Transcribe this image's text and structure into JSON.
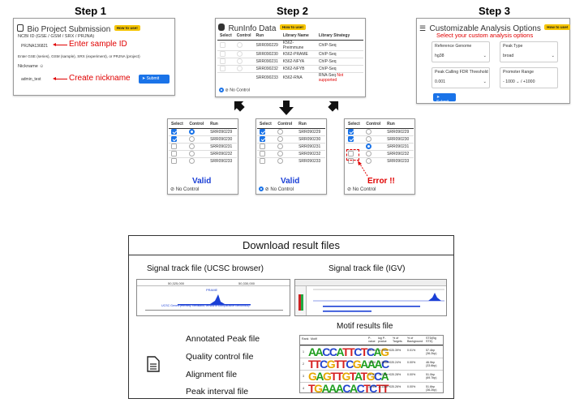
{
  "steps": {
    "step1": "Step 1",
    "step2": "Step 2",
    "step3": "Step 3"
  },
  "step1_panel": {
    "title": "Bio Project Submission",
    "howto": "How to use!",
    "ncbi_label": "NCBI ID (GSE / GSM / SRX / PRJNA)",
    "id_value": "PRJNA136821",
    "enter_annotation": "Enter sample ID",
    "hint": "Enter GSE (series), GSM (sample), SRX (experiment), or PRJNA (project)",
    "nickname_label": "Nickname",
    "nickname_value": "admin_test",
    "nickname_annotation": "Create nickname",
    "submit": "Submit"
  },
  "step2_panel": {
    "title": "RunInfo Data",
    "howto": "How to use!",
    "headers": [
      "Select",
      "Control",
      "Run",
      "Library Name",
      "Library Strategy"
    ],
    "rows": [
      {
        "run": "SRR090229",
        "library": "K562-Preimmune",
        "strategy": "ChIP-Seq",
        "note": ""
      },
      {
        "run": "SRR090230",
        "library": "K562-PRAME",
        "strategy": "ChIP-Seq",
        "note": ""
      },
      {
        "run": "SRR090231",
        "library": "K562-NFYA",
        "strategy": "ChIP-Seq",
        "note": ""
      },
      {
        "run": "SRR090232",
        "library": "K562-NFYB",
        "strategy": "ChIP-Seq",
        "note": ""
      },
      {
        "run": "SRR090233",
        "library": "K562-RNA",
        "strategy": "RNA-Seq",
        "note": "Not supported"
      }
    ],
    "no_control": "No Control"
  },
  "step3_panel": {
    "title": "Customizable Analysis Options",
    "howto": "How to use!",
    "subtitle": "Select your custom analysis options",
    "ref_label": "Reference Genome",
    "ref_value": "hg38",
    "peak_label": "Peak Type",
    "peak_value": "broad",
    "fdr_label": "Peak Calling FDR Threshold",
    "fdr_value": "0.001",
    "promoter_label": "Promoter Range",
    "promoter_minus": "-",
    "promoter_value": "1000",
    "promoter_plus": "/ +1000",
    "submit": "Submit"
  },
  "examples": {
    "headers": [
      "Select",
      "Control",
      "Run"
    ],
    "runs": [
      "SRR090229",
      "SRR090230",
      "SRR090231",
      "SRR090232",
      "SRR090233"
    ],
    "no_control": "No Control",
    "results": [
      "Valid",
      "Valid",
      "Error !!"
    ]
  },
  "download": {
    "title": "Download result files",
    "ucsc_title": "Signal track file (UCSC browser)",
    "igv_title": "Signal track file (IGV)",
    "motif_title": "Motif results file",
    "files": [
      "Annotated Peak file",
      "Quality control file",
      "Alignment file",
      "Peak interval file"
    ],
    "ucsc_axis_left": "50,325,000",
    "ucsc_axis_right": "50,330,000",
    "ucsc_gene": "PRAME",
    "ucsc_track_label": "UCSC Genes (RefSeq, GenBank, tRNAs & Comparative Genomics)",
    "motif_headers": [
      "Rank",
      "Motif",
      "P-value",
      "log P-pvalue",
      "% of Targets",
      "% of Background",
      "STD(Bg STD)"
    ],
    "motif_rows": [
      {
        "rank": "1",
        "seq": "AACCATTCTCAG",
        "p": "1e-76",
        "logp": "-1.756e+02",
        "targ": "0.39%",
        "bg": "0.01%",
        "std": "57.4bp (36.2bp)"
      },
      {
        "rank": "2",
        "seq": "TTCGTTCGAAAC",
        "p": "1e-60",
        "logp": "-1.383e+02",
        "targ": "0.24%",
        "bg": "0.00%",
        "std": "46.9bp (33.6bp)"
      },
      {
        "rank": "3",
        "seq": "GAGTTGTATGCA",
        "p": "1e-52",
        "logp": "-1.216e+02",
        "targ": "0.28%",
        "bg": "0.00%",
        "std": "51.0bp (69.7bp)"
      },
      {
        "rank": "4",
        "seq": "TGAAACACTCTT",
        "p": "1e-49",
        "logp": "-1.131e+02",
        "targ": "0.26%",
        "bg": "0.00%",
        "std": "51.6bp (36.2bp)"
      }
    ]
  },
  "colors": {
    "accent": "#1a73e8",
    "error": "#e00000",
    "valid": "#1a3fd6",
    "howto": "#f5c400"
  }
}
